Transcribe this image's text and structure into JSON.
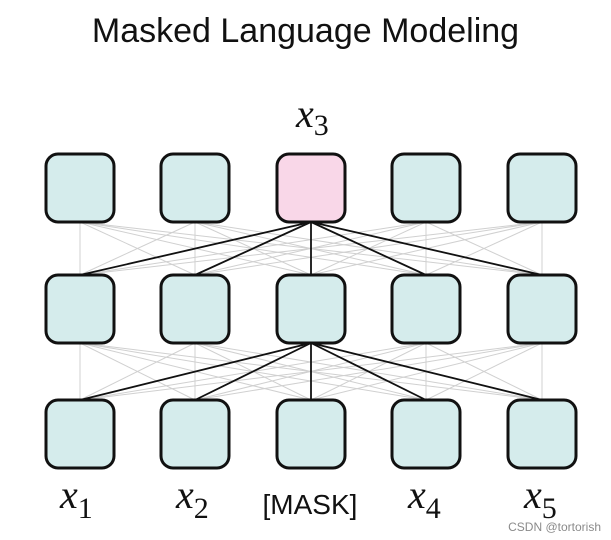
{
  "title": "Masked Language Modeling",
  "output_label": {
    "base": "x",
    "sub": "3"
  },
  "input_labels": [
    {
      "base": "x",
      "sub": "1"
    },
    {
      "base": "x",
      "sub": "2"
    },
    {
      "text": "[MASK]"
    },
    {
      "base": "x",
      "sub": "4"
    },
    {
      "base": "x",
      "sub": "5"
    }
  ],
  "layers": 3,
  "nodes_per_layer": 5,
  "highlighted": {
    "layer": 0,
    "index": 2
  },
  "colors": {
    "node_fill": "#d5ecec",
    "highlight_fill": "#f9d7e8",
    "node_stroke": "#111111",
    "edge_light": "#d0d0d0",
    "edge_dark": "#111111"
  },
  "watermark": "CSDN @tortorish"
}
